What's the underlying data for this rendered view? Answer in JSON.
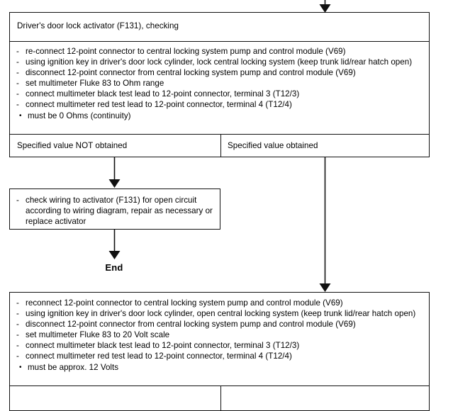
{
  "document": {
    "type": "automotive-diagnostic-flowchart",
    "ink_color": "#111111",
    "background_color": "#ffffff"
  },
  "top_block": {
    "title": "Driver's door lock activator (F131), checking",
    "steps": [
      {
        "marker": "-",
        "text": "re-connect 12-point connector to central locking system pump and control module (V69)"
      },
      {
        "marker": "-",
        "text": "using ignition key in driver's door lock cylinder, lock central locking system (keep trunk lid/rear hatch open)"
      },
      {
        "marker": "-",
        "text": "disconnect 12-point connector from central locking system pump and control module (V69)"
      },
      {
        "marker": "-",
        "text": "set multimeter Fluke 83 to Ohm range"
      },
      {
        "marker": "-",
        "text": "connect multimeter black test lead to 12-point connector, terminal 3 (T12/3)"
      },
      {
        "marker": "-",
        "text": "connect multimeter red test lead to 12-point connector, terminal 4 (T12/4)"
      },
      {
        "marker": "•",
        "text": "must be 0 Ohms (continuity)"
      }
    ],
    "result_left": "Specified value NOT obtained",
    "result_right": "Specified value obtained"
  },
  "remedy_block": {
    "steps": [
      {
        "marker": "-",
        "text": "check wiring to activator (F131) for open circuit according to wiring diagram, repair as necessary or replace activator"
      }
    ]
  },
  "end_label": "End",
  "bottom_block": {
    "steps": [
      {
        "marker": "-",
        "text": "reconnect 12-point connector to central locking system pump and control module (V69)"
      },
      {
        "marker": "-",
        "text": "using ignition key in driver's door lock cylinder, open central locking system (keep trunk lid/rear hatch open)"
      },
      {
        "marker": "-",
        "text": "disconnect 12-point connector from central locking system pump and control  module (V69)"
      },
      {
        "marker": "-",
        "text": "set multimeter Fluke 83 to 20 Volt scale"
      },
      {
        "marker": "-",
        "text": "connect multimeter black test lead to 12-point connector, terminal 3 (T12/3)"
      },
      {
        "marker": "-",
        "text": "connect multimeter red test lead to 12-point connector, terminal 4 (T12/4)"
      },
      {
        "marker": "•",
        "text": "must be approx. 12 Volts"
      }
    ]
  }
}
